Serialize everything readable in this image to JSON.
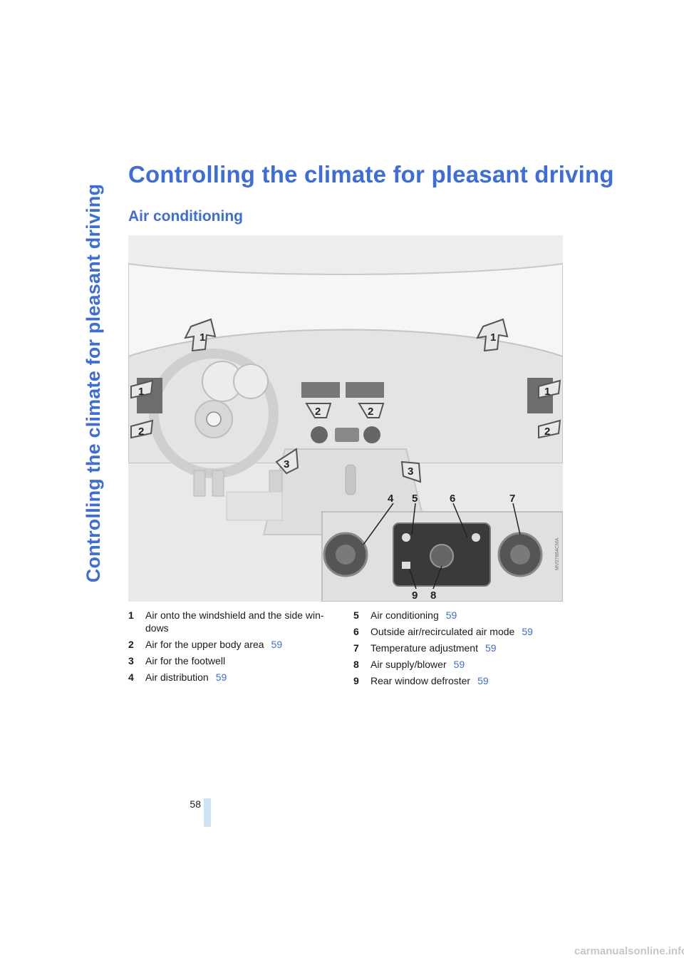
{
  "page": {
    "side_title": "Controlling the climate for pleasant driving",
    "title": "Controlling the climate for pleasant driving",
    "section_title": "Air conditioning",
    "page_number": "58",
    "footer_text": "carmanualsonline.info"
  },
  "figure": {
    "image_code": "MV07884CMA",
    "callouts": [
      "1",
      "2",
      "3",
      "4",
      "5",
      "6",
      "7",
      "8",
      "9"
    ]
  },
  "legend": {
    "col1": [
      {
        "num": "1",
        "text": "Air onto the windshield and the side win-dows",
        "ref": ""
      },
      {
        "num": "2",
        "text": "Air for the upper body area",
        "ref": "59"
      },
      {
        "num": "3",
        "text": "Air for the footwell",
        "ref": ""
      },
      {
        "num": "4",
        "text": "Air distribution",
        "ref": "59"
      }
    ],
    "col2": [
      {
        "num": "5",
        "text": "Air conditioning",
        "ref": "59"
      },
      {
        "num": "6",
        "text": "Outside air/recirculated air mode",
        "ref": "59"
      },
      {
        "num": "7",
        "text": "Temperature adjustment",
        "ref": "59"
      },
      {
        "num": "8",
        "text": "Air supply/blower",
        "ref": "59"
      },
      {
        "num": "9",
        "text": "Rear window defroster",
        "ref": "59"
      }
    ]
  }
}
